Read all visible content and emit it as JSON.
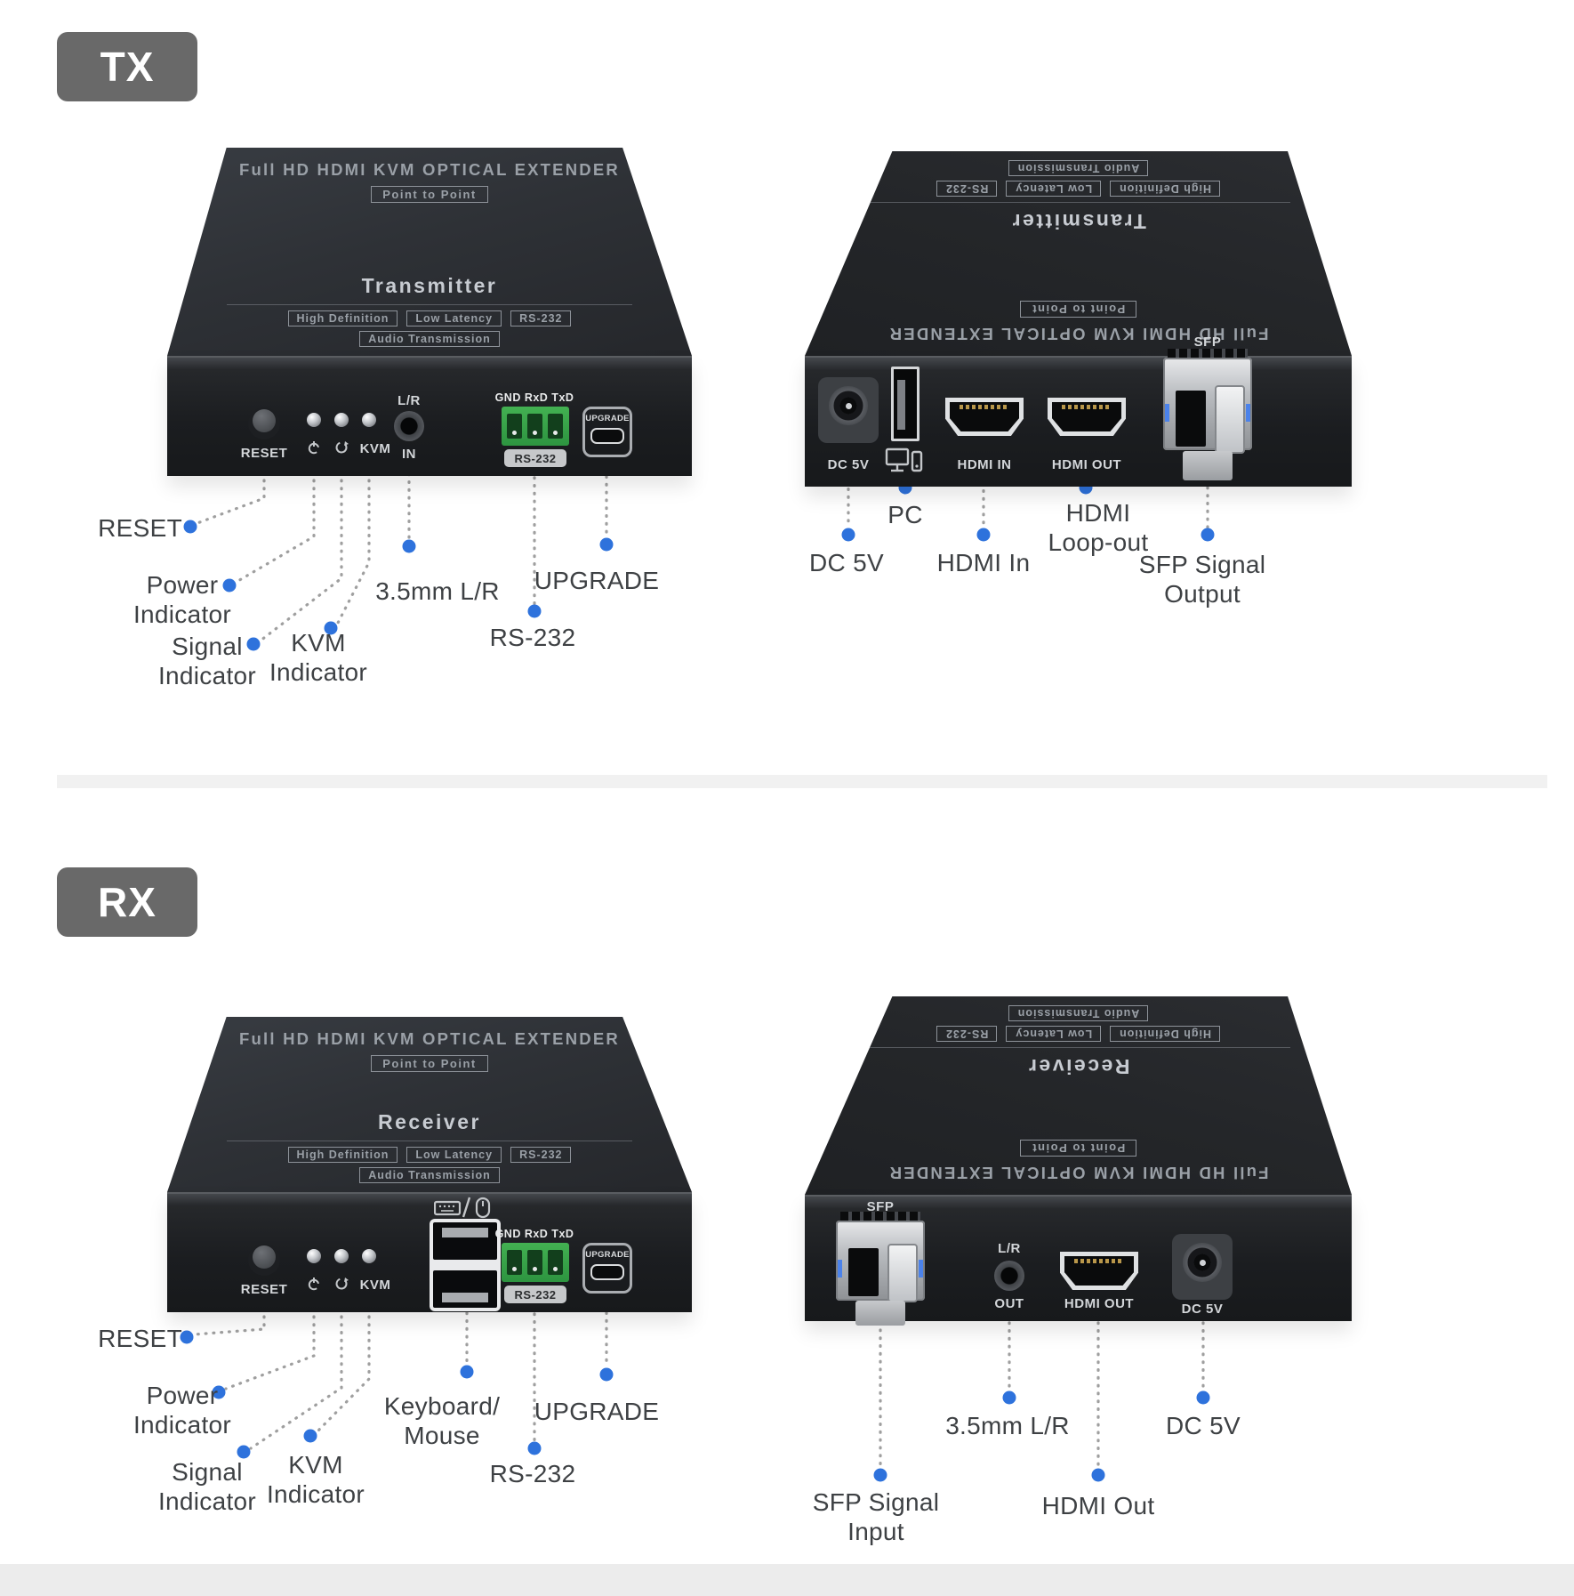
{
  "colors": {
    "accent_blue": "#2e72dc",
    "badge_gray": "#696969",
    "terminal_green": "#38a94a"
  },
  "tx": {
    "badge": "TX",
    "front": {
      "title": "Full HD HDMI KVM OPTICAL EXTENDER",
      "point_to_point": "Point to Point",
      "role": "Transmitter",
      "features": [
        "High Definition",
        "Low Latency",
        "RS-232"
      ],
      "audio": "Audio Transmission",
      "panel": {
        "reset": "RESET",
        "kvm": "KVM",
        "lr": "L/R",
        "in": "IN",
        "pins": "GND RxD TxD",
        "rs232": "RS-232",
        "upgrade": "UPGRADE"
      }
    },
    "rear": {
      "title": "Full HD HDMI KVM OPTICAL EXTENDER",
      "point_to_point": "Point to Point",
      "role": "Transmitter",
      "features": [
        "High Definition",
        "Low Latency",
        "RS-232"
      ],
      "audio": "Audio Transmission",
      "panel": {
        "dc": "DC 5V",
        "hdmi_in": "HDMI IN",
        "hdmi_out": "HDMI OUT",
        "sfp": "SFP"
      }
    },
    "callouts": {
      "reset": "RESET",
      "power": [
        "Power",
        "Indicator"
      ],
      "signal": [
        "Signal",
        "Indicator"
      ],
      "kvm": [
        "KVM",
        "Indicator"
      ],
      "audio_jack": "3.5mm L/R",
      "rs232": "RS-232",
      "upgrade": "UPGRADE",
      "dc": "DC 5V",
      "pc": "PC",
      "hdmi_in": "HDMI In",
      "hdmi_loop": [
        "HDMI",
        "Loop-out"
      ],
      "sfp_out": [
        "SFP Signal",
        "Output"
      ]
    }
  },
  "rx": {
    "badge": "RX",
    "front": {
      "title": "Full HD HDMI KVM OPTICAL EXTENDER",
      "point_to_point": "Point to Point",
      "role": "Receiver",
      "features": [
        "High Definition",
        "Low Latency",
        "RS-232"
      ],
      "audio": "Audio Transmission",
      "panel": {
        "reset": "RESET",
        "kvm": "KVM",
        "pins": "GND RxD TxD",
        "rs232": "RS-232",
        "upgrade": "UPGRADE"
      }
    },
    "rear": {
      "title": "Full HD HDMI KVM OPTICAL EXTENDER",
      "point_to_point": "Point to Point",
      "role": "Receiver",
      "features": [
        "High Definition",
        "Low Latency",
        "RS-232"
      ],
      "audio": "Audio Transmission",
      "panel": {
        "sfp": "SFP",
        "lr": "L/R",
        "out": "OUT",
        "hdmi_out": "HDMI OUT",
        "dc": "DC 5V"
      }
    },
    "callouts": {
      "reset": "RESET",
      "power": [
        "Power",
        "Indicator"
      ],
      "signal": [
        "Signal",
        "Indicator"
      ],
      "kvm": [
        "KVM",
        "Indicator"
      ],
      "keyboard_mouse": [
        "Keyboard/",
        "Mouse"
      ],
      "rs232": "RS-232",
      "upgrade": "UPGRADE",
      "sfp_in": [
        "SFP Signal",
        "Input"
      ],
      "audio_jack": "3.5mm L/R",
      "hdmi_out": "HDMI Out",
      "dc": "DC 5V"
    }
  }
}
